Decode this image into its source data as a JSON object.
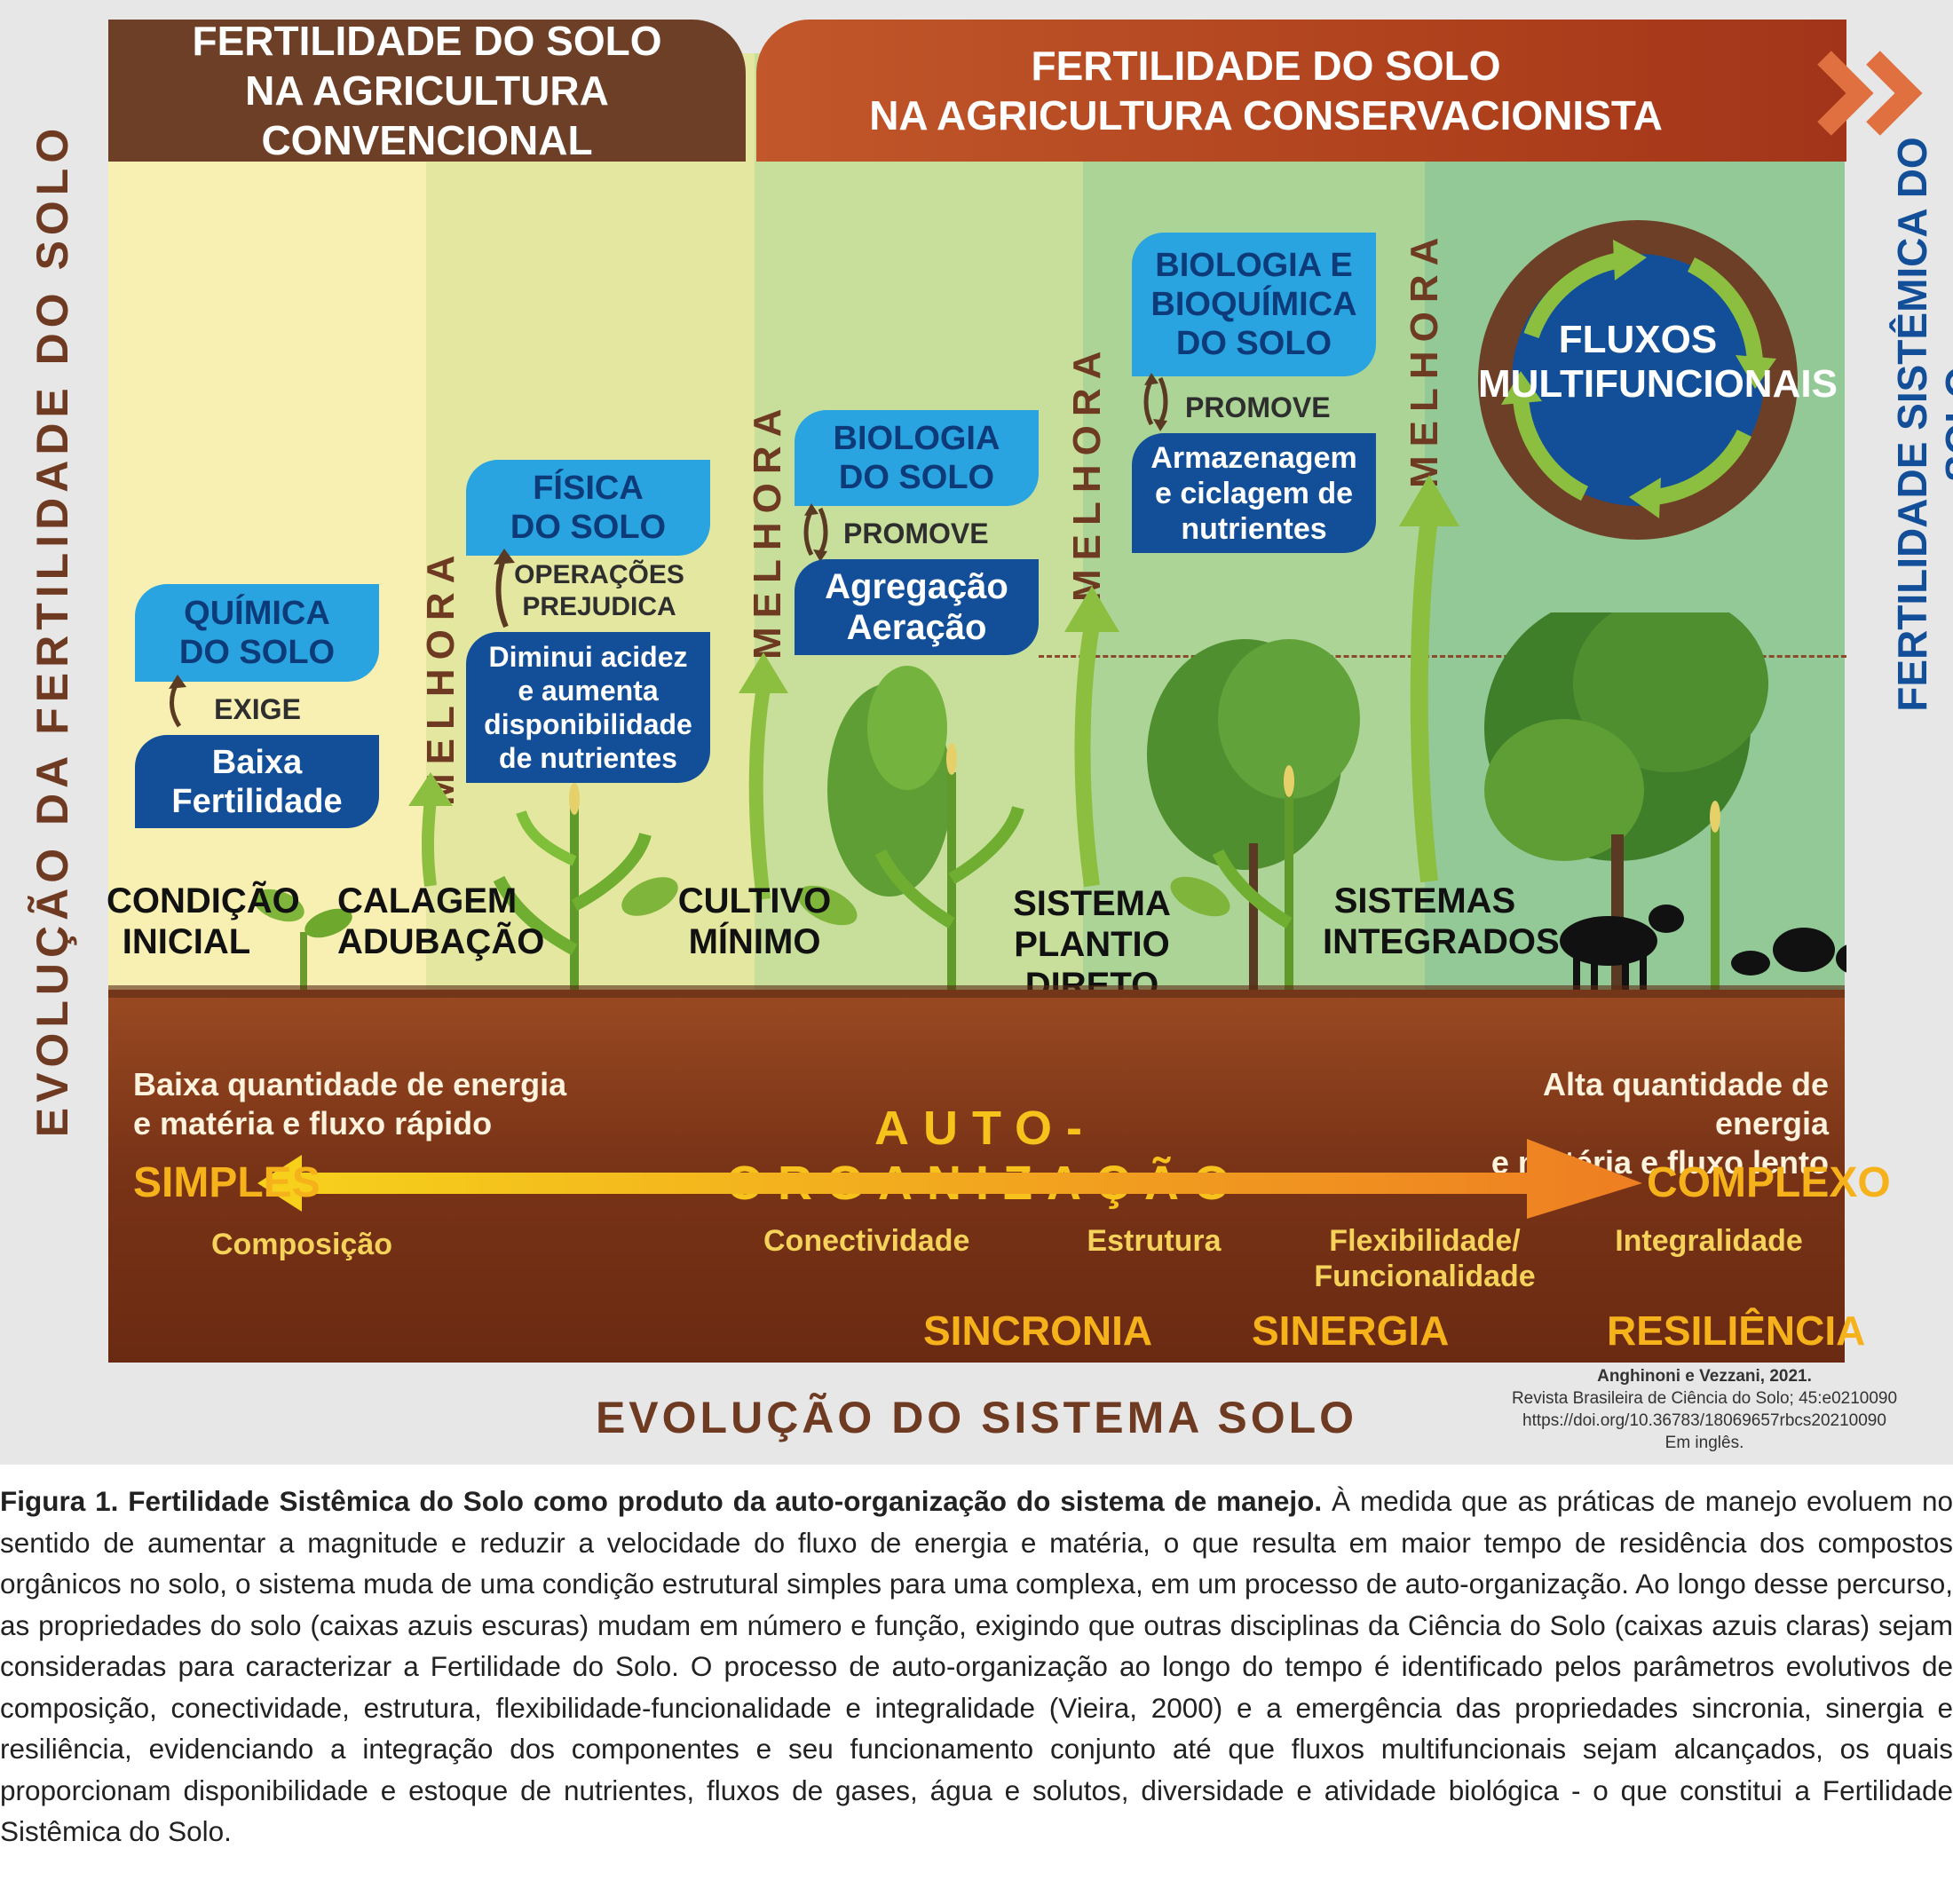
{
  "header": {
    "conventional": [
      "FERTILIDADE DO SOLO",
      "NA AGRICULTURA CONVENCIONAL"
    ],
    "conservation": [
      "FERTILIDADE DO SOLO",
      "NA AGRICULTURA CONSERVACIONISTA"
    ],
    "chevron_icon": "double-chevron-right-icon"
  },
  "axes": {
    "y_label": "EVOLUÇÃO DA FERTILIDADE DO SOLO",
    "x_label": "EVOLUÇÃO DO SISTEMA SOLO",
    "right_label": "FERTILIDADE SISTÊMICA DO SOLO"
  },
  "boxes": {
    "quimica": {
      "title": [
        "QUÍMICA",
        "DO SOLO"
      ],
      "verb": "EXIGE",
      "property": [
        "Baixa",
        "Fertilidade"
      ]
    },
    "fisica": {
      "title": [
        "FÍSICA",
        "DO SOLO"
      ],
      "verb": [
        "OPERAÇÕES",
        "PREJUDICA"
      ],
      "property": [
        "Diminui acidez",
        "e aumenta",
        "disponibilidade",
        "de nutrientes"
      ]
    },
    "biologia": {
      "title": [
        "BIOLOGIA",
        "DO SOLO"
      ],
      "verb": "PROMOVE",
      "property": [
        "Agregação",
        "Aeração"
      ]
    },
    "bioquimica": {
      "title": [
        "BIOLOGIA E",
        "BIOQUÍMICA",
        "DO SOLO"
      ],
      "verb": "PROMOVE",
      "property": [
        "Armazenagem",
        "e ciclagem de",
        "nutrientes"
      ]
    },
    "fluxos": [
      "FLUXOS",
      "MULTIFUNCIONAIS"
    ]
  },
  "melhora": "MELHORA",
  "stages": [
    [
      "CONDIÇÃO",
      "INICIAL"
    ],
    [
      "CALAGEM",
      "ADUBAÇÃO"
    ],
    [
      "CULTIVO",
      "MÍNIMO"
    ],
    [
      "SISTEMA",
      "PLANTIO DIRETO"
    ],
    [
      "SISTEMAS",
      "INTEGRADOS"
    ]
  ],
  "soil": {
    "left_note": [
      "Baixa quantidade de energia",
      "e matéria e fluxo rápido"
    ],
    "right_note": [
      "Alta quantidade  de energia",
      "e matéria e fluxo lento"
    ],
    "auto_org": "AUTO-ORGANIZAÇÃO",
    "simples": "SIMPLES",
    "complexo": "COMPLEXO",
    "parameters": [
      "Composição",
      "Conectividade",
      "Estrutura",
      [
        "Flexibilidade/",
        "Funcionalidade"
      ],
      "Integralidade"
    ],
    "emergent": [
      "SINCRONIA",
      "SINERGIA",
      "RESILIÊNCIA"
    ]
  },
  "source": [
    "Anghinoni e Vezzani, 2021.",
    "Revista Brasileira de Ciência do Solo; 45:e0210090",
    "https://doi.org/10.36783/18069657rbcs20210090",
    "Em inglês."
  ],
  "caption": {
    "bold": "Figura 1. Fertilidade Sistêmica do Solo como produto da auto-organização do sistema de manejo.",
    "text": " À medida que as práticas de manejo evoluem no sentido de aumentar a magnitude e reduzir a velocidade do fluxo de energia e matéria, o que resulta em maior tempo de residência dos compostos orgânicos no solo, o sistema muda de uma condição estrutural simples para uma complexa, em um processo de auto-organização. Ao longo desse percurso, as propriedades do solo (caixas azuis escuras) mudam em número e função, exigindo que outras disciplinas da Ciência do Solo (caixas azuis claras) sejam consideradas para caracterizar a Fertilidade do Solo. O processo de auto-organização ao longo do tempo é identificado pelos parâmetros evolutivos de composição, conectividade, estrutura, flexibilidade-funcionalidade e integralidade (Vieira, 2000) e a emergência das propriedades sincronia, sinergia e resiliência, evidenciando a integração dos componentes e seu funcionamento conjunto até que fluxos multifuncionais sejam alcançados, os quais proporcionam disponibilidade e estoque de nutrientes, fluxos de gases, água e solutos, diversidade e atividade biológica - o que constitui a Fertilidade Sistêmica do Solo."
  },
  "colors": {
    "band1": "#f7f0b2",
    "band2": "#e4e7a0",
    "band3": "#c8df9c",
    "band4": "#acd496",
    "band5": "#93c897",
    "header_brown": "#6e3f27",
    "header_orange": "#c1572a",
    "light_blue": "#29a4e0",
    "dark_blue": "#134f98",
    "arrow_green": "#8cbf3f",
    "soil": "#7a3417",
    "gold": "#f6b21b"
  }
}
